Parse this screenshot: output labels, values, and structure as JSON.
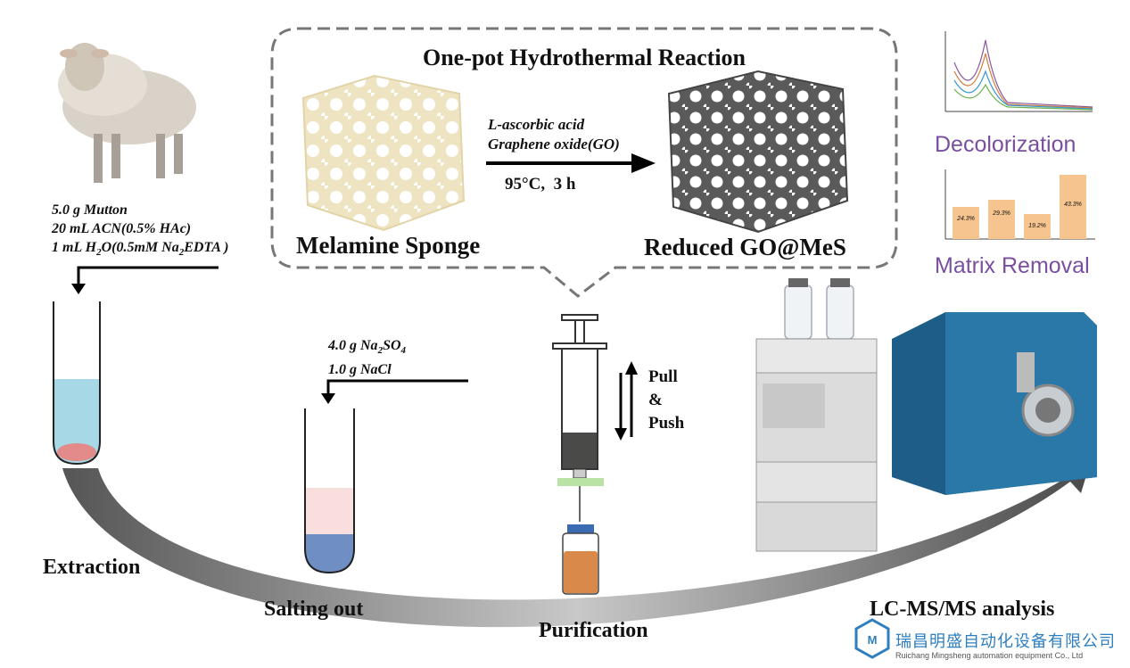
{
  "reaction": {
    "title": "One-pot Hydrothermal Reaction",
    "reagent_1": "L-ascorbic acid",
    "reagent_2": "Graphene oxide(GO)",
    "conditions": "95°C,  3 h",
    "sponge_label": "Melamine Sponge",
    "product_label": "Reduced GO@MeS"
  },
  "extraction": {
    "line_1": "5.0 g Mutton",
    "line_2": "20 mL ACN(0.5% HAc)",
    "line_3_pre": "1 mL H",
    "line_3_sub": "2",
    "line_3_mid": "O(0.5mM Na",
    "line_3_sub2": "2",
    "line_3_post": "EDTA )",
    "label": "Extraction"
  },
  "salting": {
    "line_1_pre": "4.0 g Na",
    "line_1_sub": "2",
    "line_1_mid": "SO",
    "line_1_sub2": "4",
    "line_2": "1.0 g NaCl",
    "label": "Salting out"
  },
  "purification": {
    "pull": "Pull",
    "amp": "&",
    "push": "Push",
    "label": "Purification"
  },
  "analysis": {
    "label": "LC-MS/MS analysis"
  },
  "panels": {
    "decolorization": "Decolorization",
    "matrix_removal": "Matrix Removal",
    "bar_labels": [
      "24.3%",
      "29.3%",
      "19.2%",
      "43.3%"
    ]
  },
  "watermark": {
    "cn": "瑞昌明盛自动化设备有限公司",
    "en": "Ruichang Mingsheng automation equipment Co., Ltd"
  },
  "colors": {
    "accent_purple": "#7a4fa0",
    "liquid_blue": "#a6d8e6",
    "salt_blue": "#6f8fc4",
    "salt_pink": "#f9dede",
    "bar_orange": "#f5c48f",
    "instrument_teal": "#1d5d88"
  }
}
